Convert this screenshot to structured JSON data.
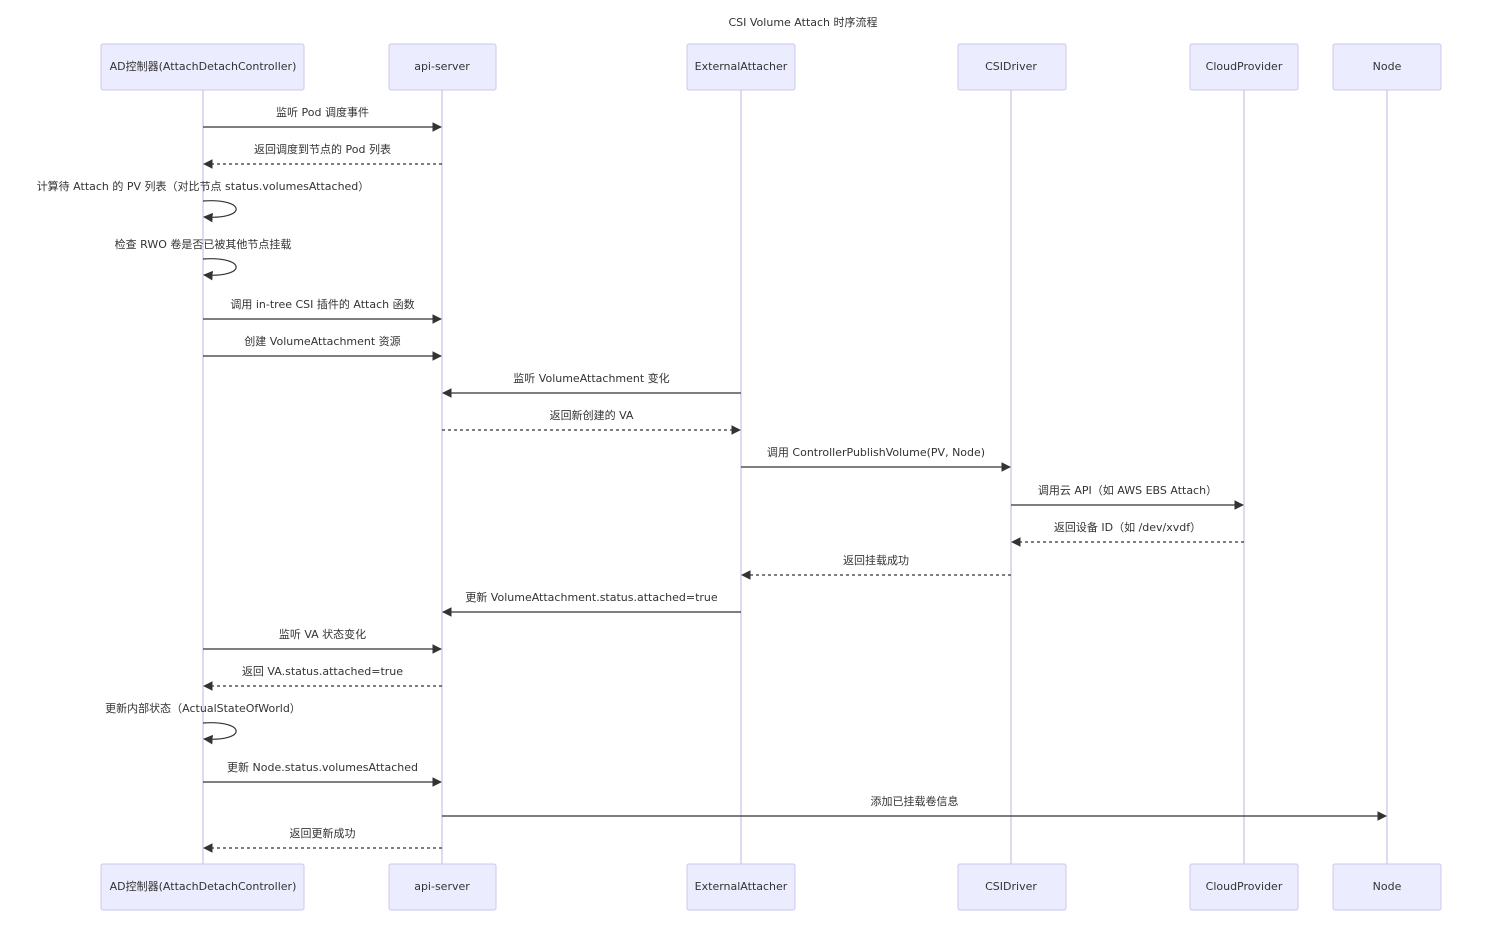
{
  "title": "CSI Volume Attach 时序流程",
  "colors": {
    "actor_fill": "#ECECFF",
    "actor_border": "#c8c8ee",
    "lifeline": "#c4c4e6",
    "message": "#333333"
  },
  "actors": [
    {
      "id": "ad",
      "label": "AD控制器(AttachDetachController)"
    },
    {
      "id": "api",
      "label": "api-server"
    },
    {
      "id": "ea",
      "label": "ExternalAttacher"
    },
    {
      "id": "csi",
      "label": "CSIDriver"
    },
    {
      "id": "cloud",
      "label": "CloudProvider"
    },
    {
      "id": "node",
      "label": "Node"
    }
  ],
  "messages": [
    {
      "from": "ad",
      "to": "api",
      "text": "监听 Pod 调度事件",
      "style": "solid"
    },
    {
      "from": "api",
      "to": "ad",
      "text": "返回调度到节点的 Pod 列表",
      "style": "dashed"
    },
    {
      "from": "ad",
      "to": "ad",
      "text": "计算待 Attach 的 PV 列表（对比节点 status.volumesAttached）",
      "style": "solid"
    },
    {
      "from": "ad",
      "to": "ad",
      "text": "检查 RWO 卷是否已被其他节点挂载",
      "style": "solid"
    },
    {
      "from": "ad",
      "to": "api",
      "text": "调用 in-tree CSI 插件的 Attach 函数",
      "style": "solid"
    },
    {
      "from": "ad",
      "to": "api",
      "text": "创建 VolumeAttachment 资源",
      "style": "solid"
    },
    {
      "from": "ea",
      "to": "api",
      "text": "监听 VolumeAttachment 变化",
      "style": "solid"
    },
    {
      "from": "api",
      "to": "ea",
      "text": "返回新创建的 VA",
      "style": "dashed"
    },
    {
      "from": "ea",
      "to": "csi",
      "text": "调用 ControllerPublishVolume(PV, Node)",
      "style": "solid"
    },
    {
      "from": "csi",
      "to": "cloud",
      "text": "调用云 API（如 AWS EBS Attach）",
      "style": "solid"
    },
    {
      "from": "cloud",
      "to": "csi",
      "text": "返回设备 ID（如 /dev/xvdf）",
      "style": "dashed"
    },
    {
      "from": "csi",
      "to": "ea",
      "text": "返回挂载成功",
      "style": "dashed"
    },
    {
      "from": "ea",
      "to": "api",
      "text": "更新 VolumeAttachment.status.attached=true",
      "style": "solid"
    },
    {
      "from": "ad",
      "to": "api",
      "text": "监听 VA 状态变化",
      "style": "solid"
    },
    {
      "from": "api",
      "to": "ad",
      "text": "返回 VA.status.attached=true",
      "style": "dashed"
    },
    {
      "from": "ad",
      "to": "ad",
      "text": "更新内部状态（ActualStateOfWorld）",
      "style": "solid"
    },
    {
      "from": "ad",
      "to": "api",
      "text": "更新 Node.status.volumesAttached",
      "style": "solid"
    },
    {
      "from": "api",
      "to": "node",
      "text": "添加已挂载卷信息",
      "style": "solid"
    },
    {
      "from": "api",
      "to": "ad",
      "text": "返回更新成功",
      "style": "dashed"
    }
  ]
}
